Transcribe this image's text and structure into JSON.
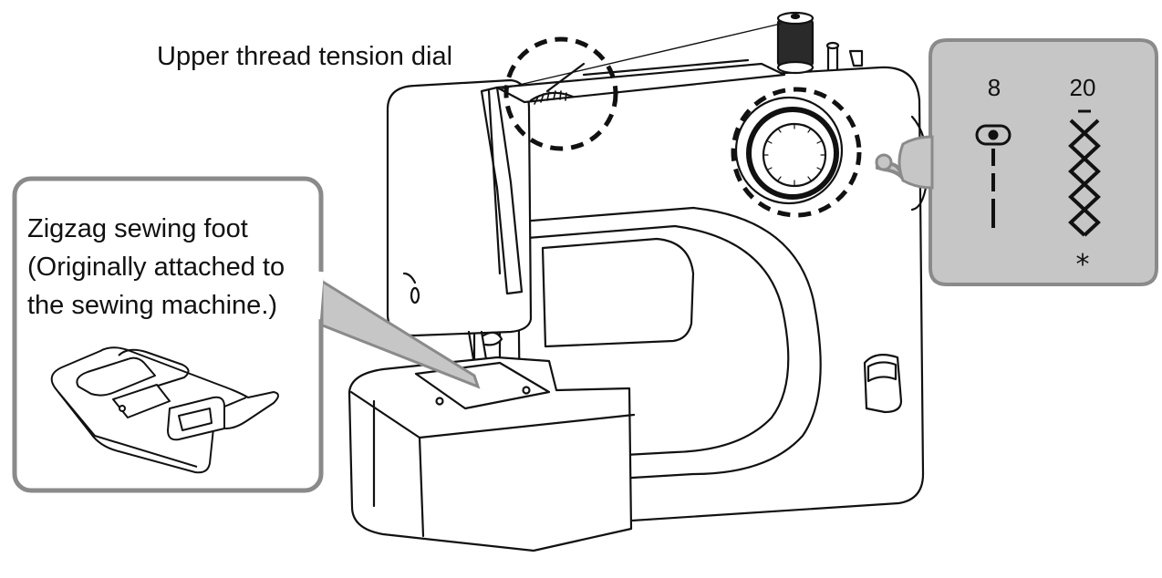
{
  "labels": {
    "tension_dial": "Upper thread tension dial",
    "foot_line1": "Zigzag sewing foot",
    "foot_line2": "(Originally attached to",
    "foot_line3": "the sewing machine.)"
  },
  "stitch_panel": {
    "pattern_left_number": "8",
    "pattern_right_number": "20",
    "note_mark": "*"
  },
  "icons": {
    "straight_stitch": "straight-stitch-icon",
    "zigzag_stitch": "zigzag-stitch-icon",
    "presser_foot": "zigzag-sewing-foot-icon",
    "machine": "sewing-machine-illustration"
  },
  "colors": {
    "line": "#111111",
    "callout_box_fill": "#c6c6c6",
    "callout_box_border": "#8a8a8a",
    "background": "#ffffff"
  }
}
